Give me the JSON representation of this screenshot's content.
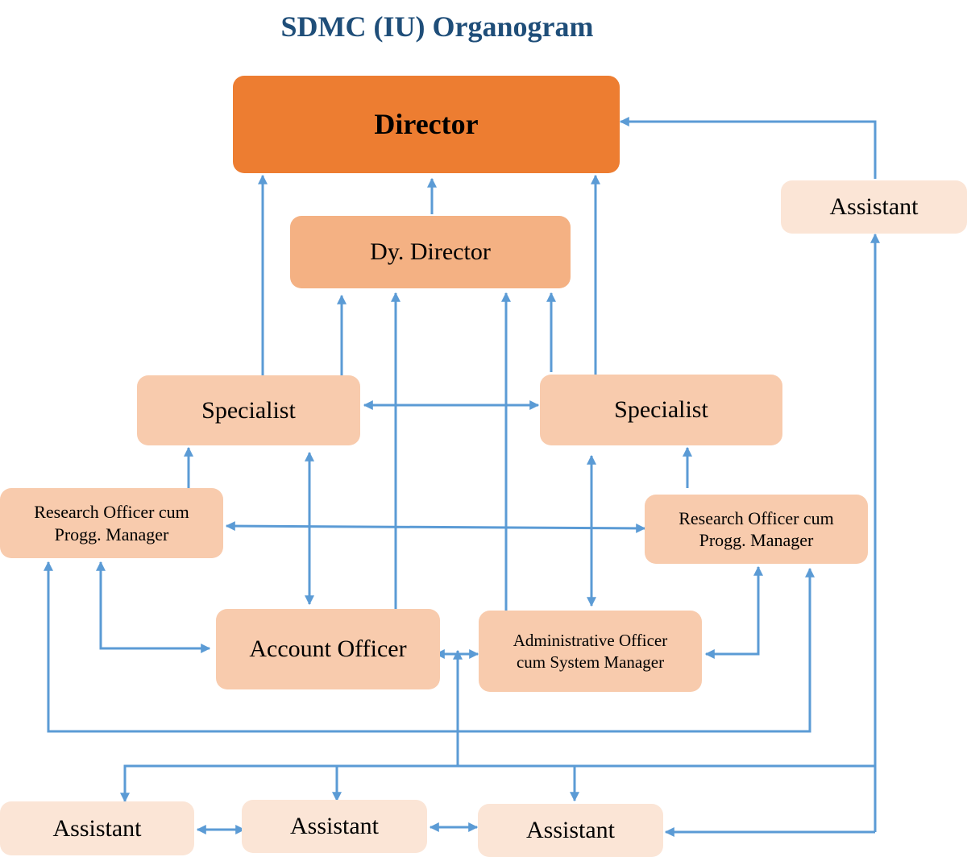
{
  "title": "SDMC (IU) Organogram",
  "colors": {
    "director": "#ED7D31",
    "deputy": "#F4B183",
    "officer": "#F8CBAD",
    "assistant": "#FBE5D6",
    "connector": "#5B9BD5",
    "title": "#1F4E79"
  },
  "nodes": {
    "director": "Director",
    "deputy_director": "Dy. Director",
    "specialist_left": "Specialist",
    "specialist_right": "Specialist",
    "research_officer_left": {
      "line1": "Research Officer cum",
      "line2": "Progg. Manager"
    },
    "research_officer_right": {
      "line1": "Research Officer cum",
      "line2": "Progg. Manager"
    },
    "account_officer": "Account Officer",
    "admin_officer": {
      "line1": "Administrative Officer",
      "line2": "cum System Manager"
    },
    "assistant_director": "Assistant",
    "assistant_1": "Assistant",
    "assistant_2": "Assistant",
    "assistant_3": "Assistant"
  }
}
